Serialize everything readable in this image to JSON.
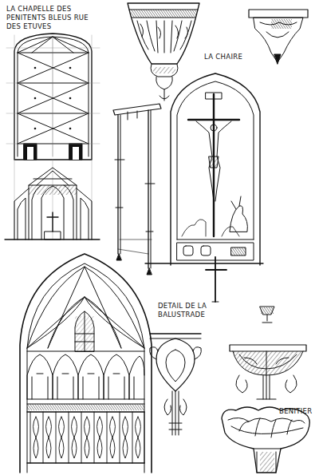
{
  "diagram": {
    "title": "LA CHAPELLE DES PENITENTS BLEUS RUE DES ETUVES",
    "labels": [
      "LA CHAIRE",
      "DETAIL DE LA BALUSTRADE",
      "BENITIER"
    ]
  }
}
